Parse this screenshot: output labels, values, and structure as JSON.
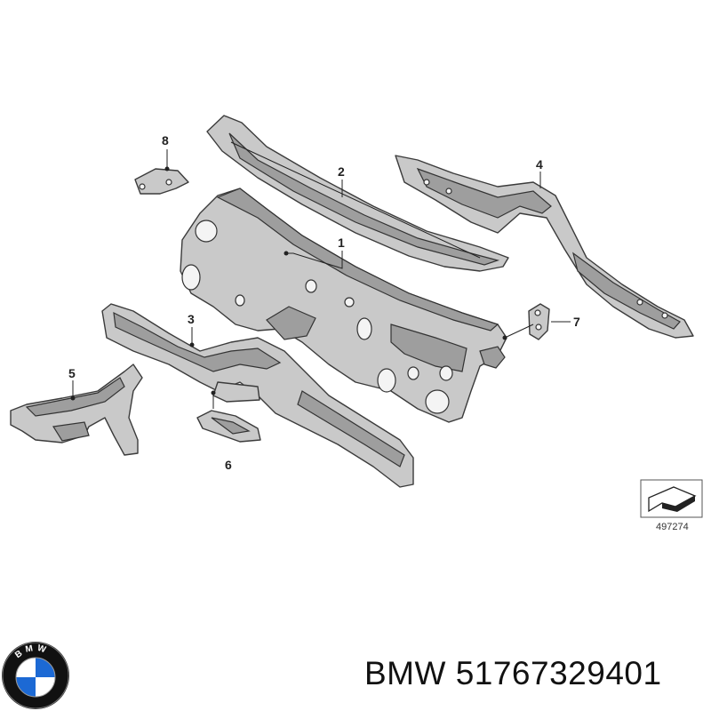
{
  "callouts": [
    {
      "id": "c1",
      "label": "1"
    },
    {
      "id": "c2",
      "label": "2"
    },
    {
      "id": "c3",
      "label": "3"
    },
    {
      "id": "c4",
      "label": "4"
    },
    {
      "id": "c5",
      "label": "5"
    },
    {
      "id": "c6",
      "label": "6"
    },
    {
      "id": "c7",
      "label": "7"
    },
    {
      "id": "c8",
      "label": "8"
    }
  ],
  "reference_code": "497274",
  "footer": {
    "brand_logo": "bmw-logo",
    "logo_lettering": "BMW",
    "text": "BMW 51767329401"
  },
  "colors": {
    "part_fill": "#c9c9c9",
    "outline": "#3b3b3b",
    "logo_blue": "#1c69d4"
  }
}
